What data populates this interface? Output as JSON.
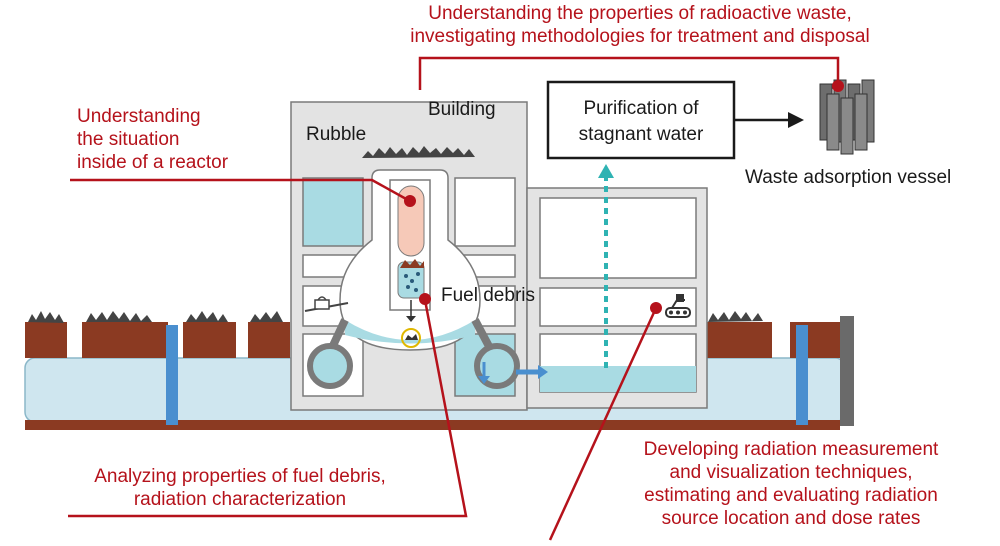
{
  "colors": {
    "accent_red": "#b5121b",
    "water": "#a9dbe3",
    "water_deep": "#cfe6ef",
    "structure_gray": "#e3e3e3",
    "outline": "#7a7a7a",
    "soil": "#8b3a22",
    "pipe_blue": "#4a8fcf",
    "flow_arrow": "#2fb3b3"
  },
  "labels": {
    "waste_properties": "Understanding the properties of radioactive waste,\ninvestigating methodologies for treatment and disposal",
    "reactor_situation": "Understanding\nthe situation\ninside of a reactor",
    "building": "Building",
    "rubble": "Rubble",
    "purification": "Purification of\nstagnant water",
    "waste_vessel": "Waste adsorption vessel",
    "fuel_debris": "Fuel debris",
    "debris_analysis": "Analyzing properties of fuel debris,\nradiation characterization",
    "radiation_measurement": "Developing radiation measurement\nand visualization techniques,\nestimating and evaluating radiation\nsource location and dose rates"
  },
  "icons": {
    "robot": "robot-crawler-icon",
    "vessels": "adsorption-vessel-icon",
    "crane": "crane-icon"
  }
}
